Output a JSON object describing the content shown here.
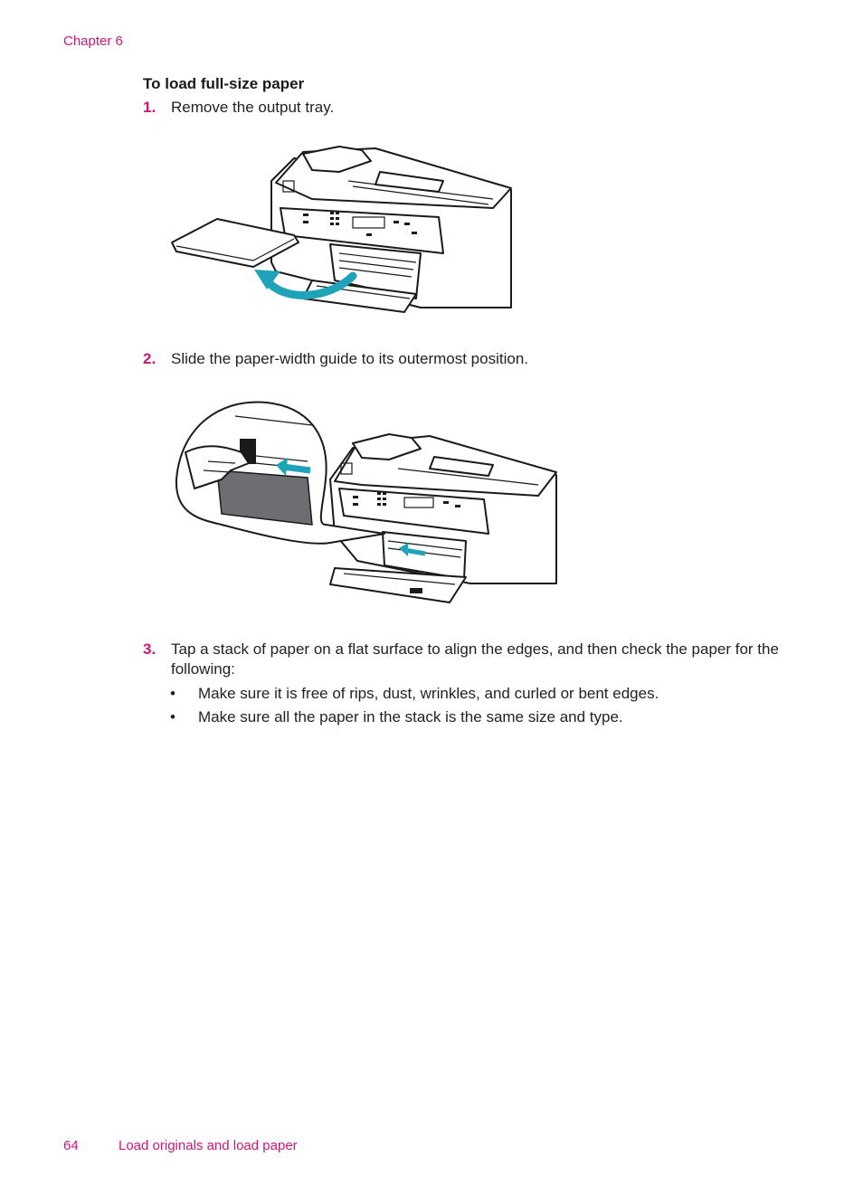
{
  "header": {
    "chapter": "Chapter 6"
  },
  "section": {
    "heading": "To load full-size paper"
  },
  "steps": [
    {
      "num": "1.",
      "text": "Remove the output tray."
    },
    {
      "num": "2.",
      "text": "Slide the paper-width guide to its outermost position."
    },
    {
      "num": "3.",
      "text": "Tap a stack of paper on a flat surface to align the edges, and then check the paper for the following:"
    }
  ],
  "bullets": [
    {
      "dot": "•",
      "text": "Make sure it is free of rips, dust, wrinkles, and curled or bent edges."
    },
    {
      "dot": "•",
      "text": "Make sure all the paper in the stack is the same size and type."
    }
  ],
  "footer": {
    "page": "64",
    "title": "Load originals and load paper"
  },
  "colors": {
    "accent": "#c8187b",
    "arrow": "#1fa3b8",
    "text": "#231f20"
  }
}
